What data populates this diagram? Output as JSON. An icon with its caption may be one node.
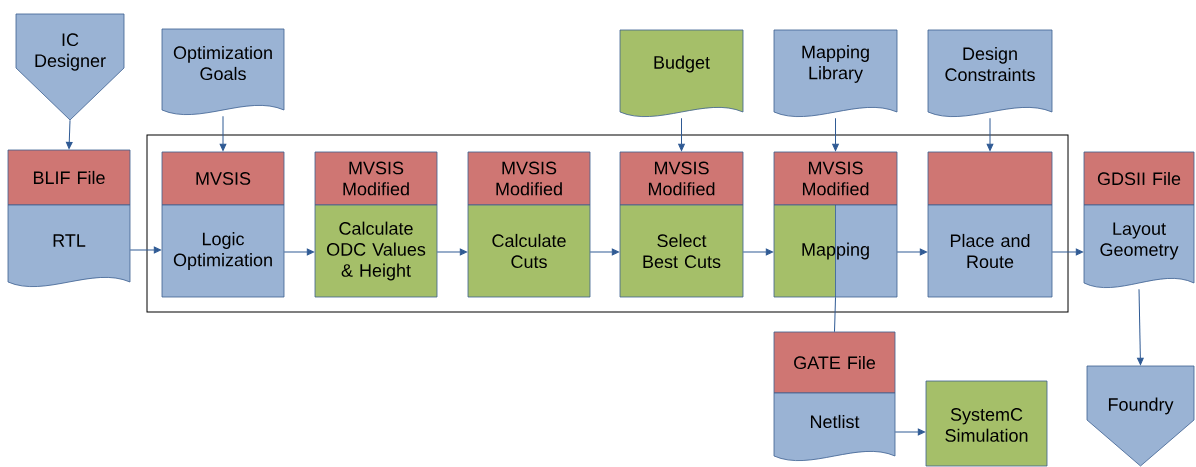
{
  "diagram": {
    "nodes": [
      {
        "text": [
          "IC Designer"
        ]
      },
      {
        "text": [
          "Optimization Goals"
        ]
      },
      {
        "text": [
          "Budget"
        ]
      },
      {
        "text": [
          "Mapping Library"
        ]
      },
      {
        "text": [
          "Design Constraints"
        ]
      },
      {
        "text": [],
        "shape": "box"
      },
      {
        "text": [
          "BLIF File",
          "RTL"
        ]
      },
      {
        "text": [
          "MVSIS",
          "Logic Optimization"
        ],
        "in": 5
      },
      {
        "text": [
          "MVSIS Modified",
          "Calculate ODC Values & Height"
        ],
        "in": 5
      },
      {
        "text": [
          "MVSIS Modified",
          "Calculate Cuts"
        ],
        "in": 5
      },
      {
        "text": [
          "MVSIS Modified",
          "Select Best Cuts"
        ],
        "in": 5
      },
      {
        "text": [
          "MVSIS Modified",
          "Mapping"
        ],
        "in": 5
      },
      {
        "text": [
          "Place and Route"
        ],
        "in": 5
      },
      {
        "text": [
          "GDSII File",
          "Layout Geometry"
        ]
      },
      {
        "text": [
          "GATE File",
          "Netlist"
        ]
      },
      {
        "text": [
          "SystemC Simulation"
        ]
      },
      {
        "text": [
          "Foundry"
        ]
      }
    ],
    "edges": [
      {
        "from": 0,
        "to": 6,
        "arrow": "to"
      },
      {
        "from": 1,
        "to": 7,
        "arrow": "to"
      },
      {
        "from": 2,
        "to": 10,
        "arrow": "to"
      },
      {
        "from": 3,
        "to": 11,
        "arrow": "to"
      },
      {
        "from": 4,
        "to": 12,
        "arrow": "to"
      },
      {
        "from": 6,
        "to": 7,
        "arrow": "to"
      },
      {
        "from": 7,
        "to": 8,
        "arrow": "to"
      },
      {
        "from": 8,
        "to": 9,
        "arrow": "to"
      },
      {
        "from": 9,
        "to": 10,
        "arrow": "to"
      },
      {
        "from": 10,
        "to": 11,
        "arrow": "to"
      },
      {
        "from": 11,
        "to": 12,
        "arrow": "to"
      },
      {
        "from": 12,
        "to": 13,
        "arrow": "to"
      },
      {
        "from": 13,
        "to": 16,
        "arrow": "to"
      },
      {
        "from": 11,
        "to": 14,
        "arrow": "none"
      },
      {
        "from": 14,
        "to": 15,
        "arrow": "to"
      }
    ]
  }
}
